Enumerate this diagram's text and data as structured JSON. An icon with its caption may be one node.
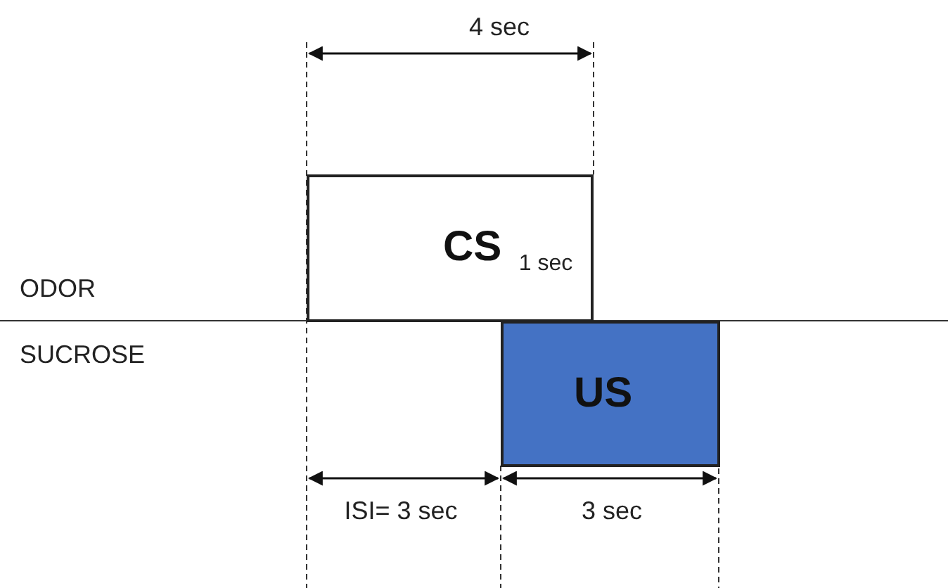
{
  "diagram": {
    "nodes": [
      {
        "text": [
          "CS"
        ]
      },
      {
        "text": [
          "US"
        ]
      }
    ],
    "labels": [
      "4 sec",
      "ODOR",
      "1 sec",
      "SUCROSE",
      "ISI= 3 sec",
      "3 sec"
    ]
  }
}
